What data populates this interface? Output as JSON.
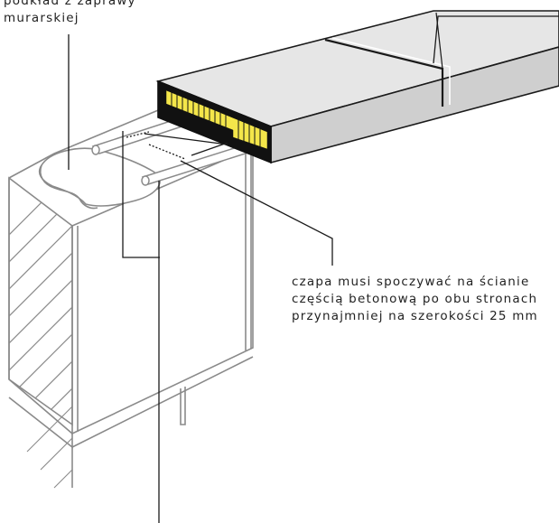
{
  "labels": {
    "mortar_bed": {
      "lines": [
        "podkład z zaprawy",
        "murarskiej"
      ]
    },
    "bearing_note": {
      "lines": [
        "czapa musi spoczywać na ścianie",
        "częścią betonową po obu stronach",
        "przynajmniej na szerokości 25 mm"
      ]
    }
  },
  "colors": {
    "stroke": "#1a1a1a",
    "wall_stroke": "#8a8a8a",
    "cap_top": "#e6e6e6",
    "cap_front": "#cfcfcf",
    "cap_end": "#111111",
    "insulation": "#f4e64a"
  }
}
